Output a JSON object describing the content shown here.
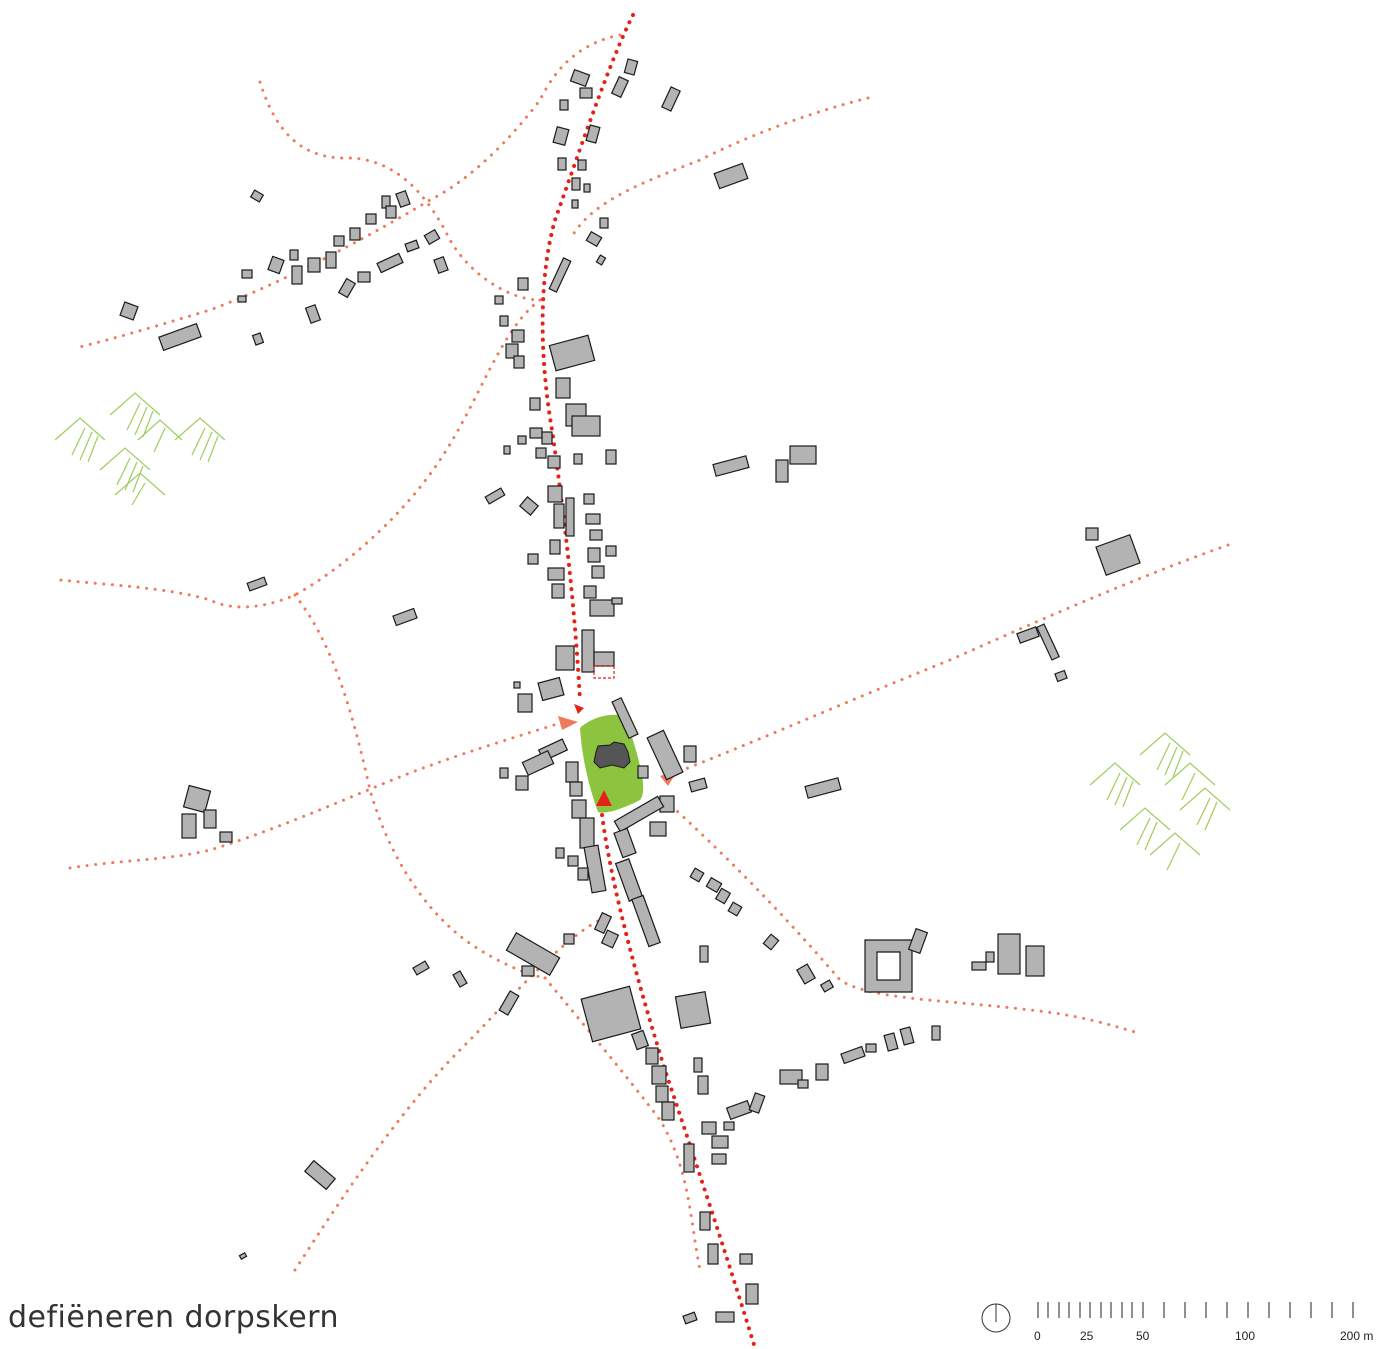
{
  "title": "defiëneren dorpskern",
  "colors": {
    "main_road": "#e32219",
    "paths": "#ef7b5c",
    "square": "#8cc43f",
    "church": "#555555",
    "buildings": "#b3b3b3",
    "forest": "#9dce5b"
  },
  "icons": {
    "north": "north-arrow-icon",
    "forest": "forest-icon",
    "entry": "entry-arrow-icon"
  },
  "scale_bar": {
    "unit": "m",
    "ticks": [
      "0",
      "25",
      "50",
      "100",
      "200 m"
    ]
  }
}
